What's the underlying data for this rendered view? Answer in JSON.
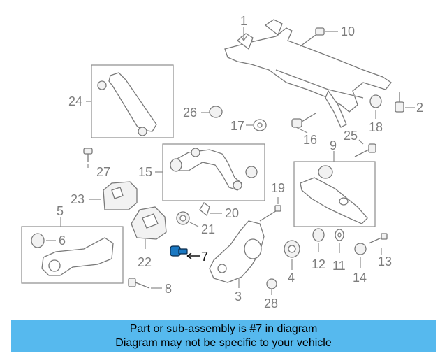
{
  "labels": [
    "1",
    "2",
    "3",
    "4",
    "5",
    "6",
    "7",
    "8",
    "10",
    "12",
    "11",
    "13",
    "14",
    "15",
    "16",
    "17",
    "18",
    "19",
    "20",
    "21",
    "22",
    "23",
    "24",
    "25",
    "26",
    "27",
    "28",
    "9"
  ],
  "highlight_label": "7",
  "highlight_color": "#1a78c2",
  "banner": {
    "line1": "Part or sub-assembly is #7 in diagram",
    "line2": "Diagram may not be specific to your vehicle",
    "background": "#56b9ee"
  }
}
